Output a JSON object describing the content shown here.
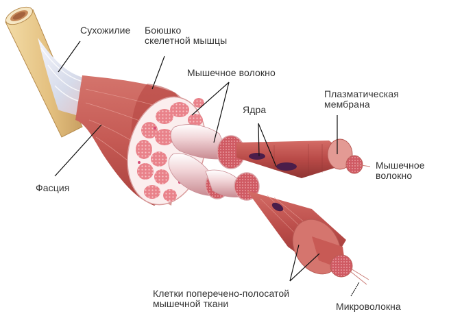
{
  "diagram": {
    "subject": "Structure of skeletal muscle",
    "labels": {
      "tendon": "Сухожилие",
      "muscle_belly_1": "Боюшко",
      "muscle_belly_2": "скелетной мышцы",
      "muscle_fiber_top": "Мышечное волокно",
      "nuclei": "Ядра",
      "plasma_membrane_1": "Плазматическая",
      "plasma_membrane_2": "мембрана",
      "muscle_fiber_right_1": "Мышечное",
      "muscle_fiber_right_2": "волокно",
      "fascia": "Фасция",
      "striated_cells_1": "Клетки поперечено-полосатой",
      "striated_cells_2": "мышечной ткани",
      "microfibers": "Микроволокна"
    },
    "colors": {
      "background": "#ffffff",
      "text": "#333333",
      "leader_line": "#111111",
      "bone": "#e8c98a",
      "bone_shadow": "#c9a062",
      "tendon": "#dfe3ee",
      "muscle": "#c8524f",
      "muscle_dark": "#9e3a36",
      "muscle_light": "#e59c93",
      "section_bg": "#fbeeee",
      "fascicle": "#e9828a",
      "nucleus": "#4a1d4a"
    }
  }
}
